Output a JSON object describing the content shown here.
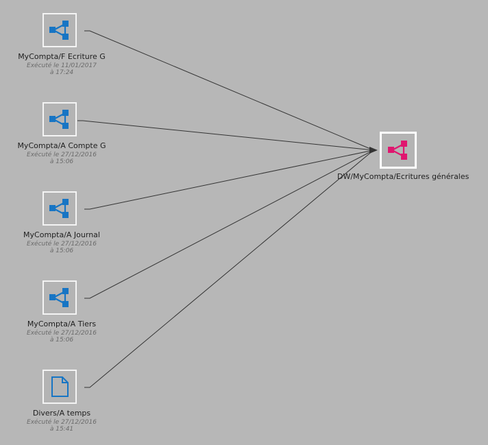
{
  "colors": {
    "source": "#1775c4",
    "target": "#e0166f",
    "edge": "#333333"
  },
  "target": {
    "label": "DW/MyCompta/Ecritures générales",
    "icon": "dataflow-icon"
  },
  "sources": [
    {
      "label": "MyCompta/F Ecriture G",
      "line1": "Exécuté le 11/01/2017",
      "line2": "à 17:24",
      "icon": "dataflow-icon"
    },
    {
      "label": "MyCompta/A Compte G",
      "line1": "Exécuté le 27/12/2016",
      "line2": "à 15:06",
      "icon": "dataflow-icon"
    },
    {
      "label": "MyCompta/A Journal",
      "line1": "Exécuté le 27/12/2016",
      "line2": "à 15:06",
      "icon": "dataflow-icon"
    },
    {
      "label": "MyCompta/A Tiers",
      "line1": "Exécuté le 27/12/2016",
      "line2": "à 15:06",
      "icon": "dataflow-icon"
    },
    {
      "label": "Divers/A temps",
      "line1": "Exécuté le 27/12/2016",
      "line2": "à 15:41",
      "icon": "document-icon"
    }
  ]
}
